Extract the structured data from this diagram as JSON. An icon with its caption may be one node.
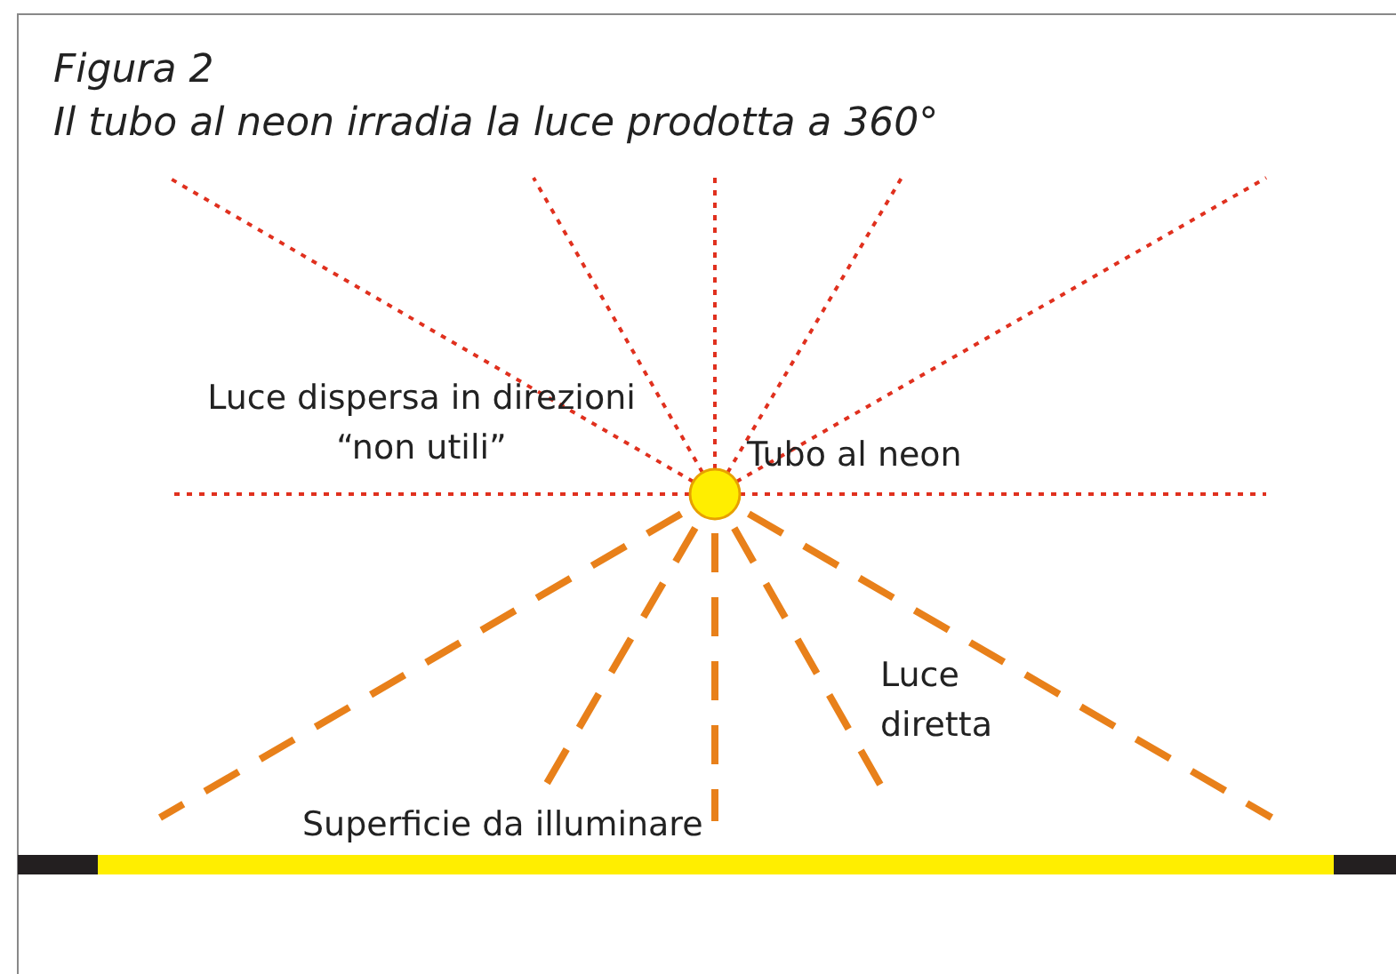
{
  "diagram": {
    "title": "Figura 2",
    "nodes": [
      {
        "text": [],
        "shape": "circle",
        "beside": [
          "Tubo al neon"
        ]
      },
      {
        "text": [],
        "shape": "bar",
        "beside": [
          "Superficie da illuminare"
        ]
      }
    ],
    "labels": [
      "Il tubo al neon irradia la luce prodotta a 360°",
      "Luce dispersa in direzioni “non utili”",
      "Luce diretta"
    ]
  }
}
